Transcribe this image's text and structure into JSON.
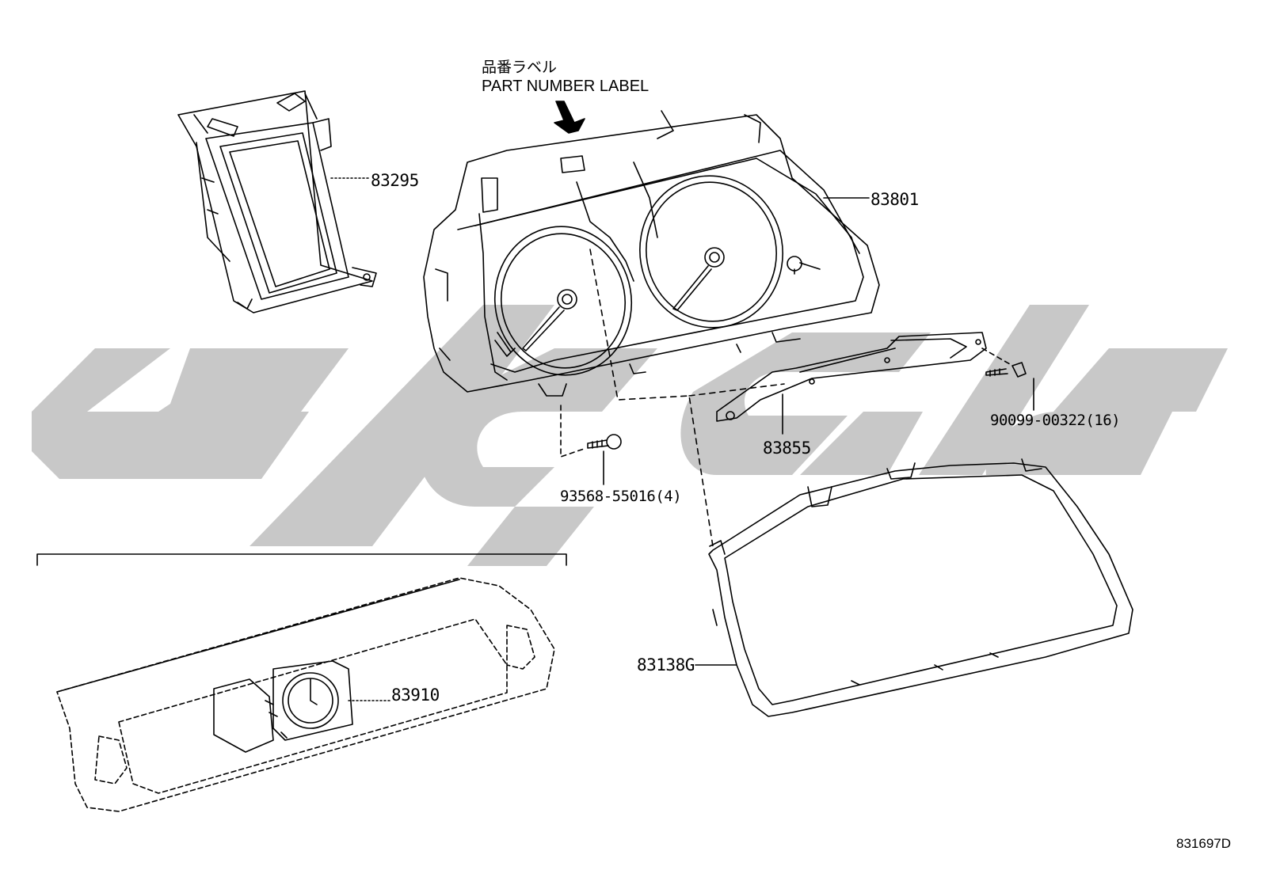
{
  "labels": {
    "part_label_jp": "品番ラベル",
    "part_label_en": "PART NUMBER LABEL",
    "figure_id": "831697D"
  },
  "callouts": {
    "c83295": "83295",
    "c83801": "83801",
    "c90099": "90099-00322(16)",
    "c83855": "83855",
    "c93568": "93568-55016(4)",
    "c83138g": "83138G",
    "c83910": "83910"
  },
  "colors": {
    "line": "#000000",
    "watermark": "#c8c8c8",
    "background": "#ffffff"
  }
}
